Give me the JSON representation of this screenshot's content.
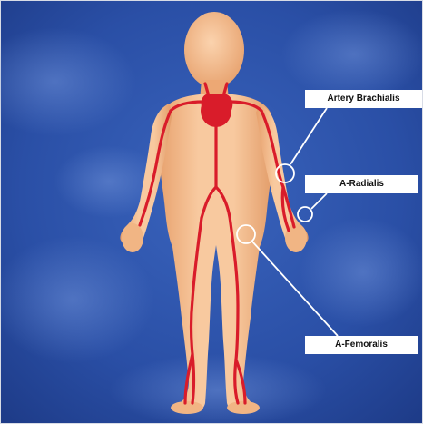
{
  "labels": {
    "brachialis": "Artery Brachialis",
    "radialis": "A-Radialis",
    "femoralis": "A-Femoralis"
  },
  "colors": {
    "background_blue": "#2a4fa6",
    "skin": "#f2b98a",
    "artery_red": "#d91c2a",
    "marker_white": "#ffffff"
  }
}
